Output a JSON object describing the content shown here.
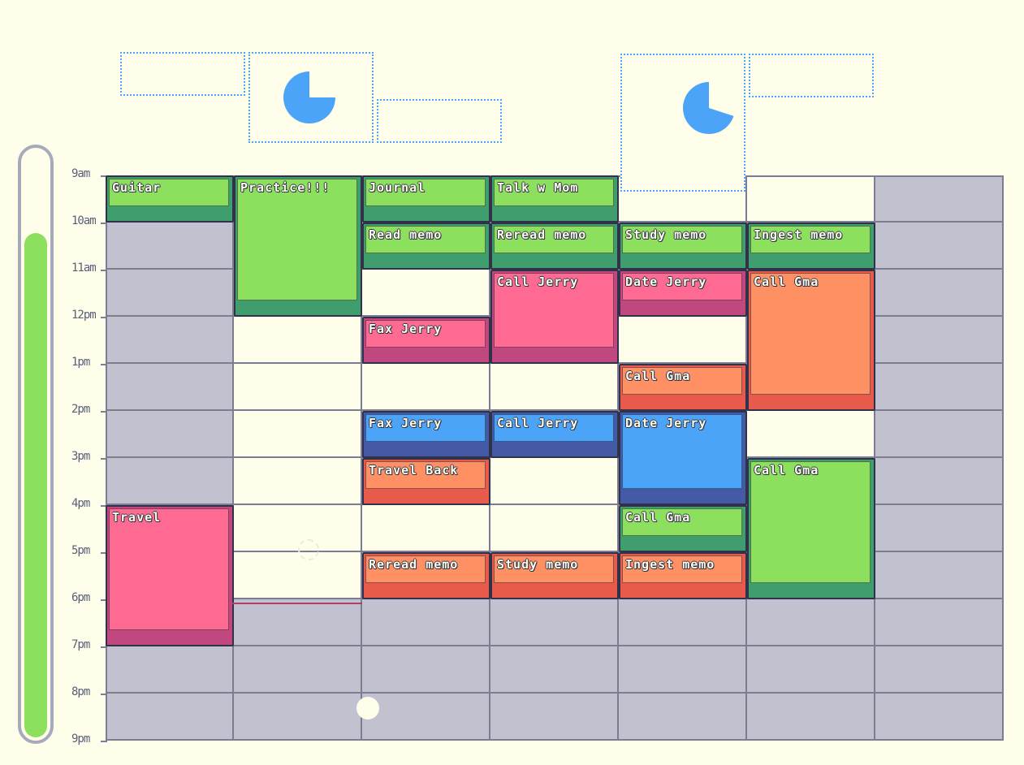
{
  "colors": {
    "background": "#fefeea",
    "grid_available": "#fefeea",
    "grid_unavailable": "#c2c1cf",
    "grid_line": "#7b7d92",
    "energy_fill": "#8ddf5e",
    "slot_border": "#4ca4f8",
    "green_face": "#8ddf5e",
    "green_base": "#3f9d6e",
    "pink_face": "#ff6a92",
    "pink_base": "#c0487e",
    "orange_face": "#ff9064",
    "orange_base": "#e85a4c",
    "blue_face": "#4ca4f8",
    "blue_base": "#445aa4"
  },
  "energy_meter": {
    "level": 0.86
  },
  "time_labels": [
    "9am",
    "10am",
    "11am",
    "12pm",
    "1pm",
    "2pm",
    "3pm",
    "4pm",
    "5pm",
    "6pm",
    "7pm",
    "8pm",
    "9pm"
  ],
  "day_columns": 7,
  "availability": [
    [
      1,
      1,
      1,
      1,
      1,
      1,
      0
    ],
    [
      0,
      1,
      1,
      1,
      1,
      1,
      0
    ],
    [
      0,
      1,
      1,
      1,
      1,
      1,
      0
    ],
    [
      0,
      1,
      1,
      1,
      1,
      1,
      0
    ],
    [
      0,
      1,
      1,
      1,
      1,
      1,
      0
    ],
    [
      0,
      1,
      1,
      1,
      1,
      1,
      0
    ],
    [
      0,
      1,
      1,
      1,
      1,
      1,
      0
    ],
    [
      1,
      1,
      1,
      1,
      1,
      1,
      0
    ],
    [
      1,
      1,
      1,
      1,
      1,
      1,
      0
    ],
    [
      1,
      0,
      0,
      0,
      0,
      0,
      0
    ],
    [
      0,
      0,
      0,
      0,
      0,
      0,
      0
    ],
    [
      0,
      0,
      0,
      0,
      0,
      0,
      0
    ]
  ],
  "blocks": [
    {
      "label": "Guitar",
      "col": 0,
      "start": 0,
      "duration": 1,
      "color": "green"
    },
    {
      "label": "Practice!!!",
      "col": 1,
      "start": 0,
      "duration": 3,
      "color": "green"
    },
    {
      "label": "Journal",
      "col": 2,
      "start": 0,
      "duration": 1,
      "color": "green"
    },
    {
      "label": "Talk w Mom",
      "col": 3,
      "start": 0,
      "duration": 1,
      "color": "green"
    },
    {
      "label": "Read memo",
      "col": 2,
      "start": 1,
      "duration": 1,
      "color": "green"
    },
    {
      "label": "Reread memo",
      "col": 3,
      "start": 1,
      "duration": 1,
      "color": "green"
    },
    {
      "label": "Study memo",
      "col": 4,
      "start": 1,
      "duration": 1,
      "color": "green"
    },
    {
      "label": "Ingest memo",
      "col": 5,
      "start": 1,
      "duration": 1,
      "color": "green"
    },
    {
      "label": "Call Jerry",
      "col": 3,
      "start": 2,
      "duration": 2,
      "color": "pink"
    },
    {
      "label": "Date Jerry",
      "col": 4,
      "start": 2,
      "duration": 1,
      "color": "pink"
    },
    {
      "label": "Call Gma",
      "col": 5,
      "start": 2,
      "duration": 3,
      "color": "orange"
    },
    {
      "label": "Fax Jerry",
      "col": 2,
      "start": 3,
      "duration": 1,
      "color": "pink"
    },
    {
      "label": "Call Gma",
      "col": 4,
      "start": 4,
      "duration": 1,
      "color": "orange"
    },
    {
      "label": "Fax Jerry",
      "col": 2,
      "start": 5,
      "duration": 1,
      "color": "blue"
    },
    {
      "label": "Call Jerry",
      "col": 3,
      "start": 5,
      "duration": 1,
      "color": "blue"
    },
    {
      "label": "Date Jerry",
      "col": 4,
      "start": 5,
      "duration": 2,
      "color": "blue"
    },
    {
      "label": "Travel Back",
      "col": 2,
      "start": 6,
      "duration": 1,
      "color": "orange"
    },
    {
      "label": "Call Gma",
      "col": 5,
      "start": 6,
      "duration": 3,
      "color": "green"
    },
    {
      "label": "Travel",
      "col": 0,
      "start": 7,
      "duration": 3,
      "color": "pink"
    },
    {
      "label": "Call Gma",
      "col": 4,
      "start": 7,
      "duration": 1,
      "color": "green"
    },
    {
      "label": "Reread memo",
      "col": 2,
      "start": 8,
      "duration": 1,
      "color": "orange"
    },
    {
      "label": "Study memo",
      "col": 3,
      "start": 8,
      "duration": 1,
      "color": "orange"
    },
    {
      "label": "Ingest memo",
      "col": 4,
      "start": 8,
      "duration": 1,
      "color": "orange"
    }
  ],
  "top_slots": [
    {
      "name": "slot-1",
      "kind": "empty"
    },
    {
      "name": "slot-2",
      "kind": "timer",
      "icon": "pie-timer-icon",
      "remaining": 0.75
    },
    {
      "name": "slot-3",
      "kind": "empty"
    },
    {
      "name": "slot-4",
      "kind": "timer",
      "icon": "pie-timer-icon",
      "remaining": 0.7
    },
    {
      "name": "slot-5",
      "kind": "empty"
    }
  ]
}
